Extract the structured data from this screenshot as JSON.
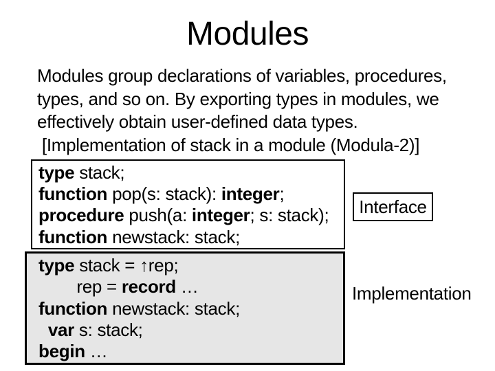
{
  "slide": {
    "title": "Modules",
    "body_lines": [
      "Modules group declarations of variables, procedures,",
      "types, and so on. By exporting types in modules, we",
      "effectively obtain user-defined data types.",
      " [Implementation of stack in a module (Modula-2)]"
    ],
    "interface_code": {
      "lines": [
        [
          {
            "t": "type ",
            "b": true
          },
          {
            "t": "stack;",
            "b": false
          }
        ],
        [
          {
            "t": "function ",
            "b": true
          },
          {
            "t": "pop(s: stack): ",
            "b": false
          },
          {
            "t": "integer",
            "b": true
          },
          {
            "t": ";",
            "b": false
          }
        ],
        [
          {
            "t": "procedure ",
            "b": true
          },
          {
            "t": "push(a: ",
            "b": false
          },
          {
            "t": "integer",
            "b": true
          },
          {
            "t": "; s: stack);",
            "b": false
          }
        ],
        [
          {
            "t": "function ",
            "b": true
          },
          {
            "t": "newstack: stack;",
            "b": false
          }
        ]
      ]
    },
    "implementation_code": {
      "lines": [
        [
          {
            "t": "type ",
            "b": true
          },
          {
            "t": "stack = ↑rep;",
            "b": false
          }
        ],
        [
          {
            "t": "        rep = ",
            "b": false
          },
          {
            "t": "record",
            "b": true
          },
          {
            "t": " …",
            "b": false
          }
        ],
        [
          {
            "t": "function ",
            "b": true
          },
          {
            "t": "newstack: stack;",
            "b": false
          }
        ],
        [
          {
            "t": "  ",
            "b": false
          },
          {
            "t": "var",
            "b": true
          },
          {
            "t": " s: stack;",
            "b": false
          }
        ],
        [
          {
            "t": "begin",
            "b": true
          },
          {
            "t": " …",
            "b": false
          }
        ]
      ]
    },
    "labels": {
      "interface": "Interface",
      "implementation": "Implementation"
    },
    "colors": {
      "background": "#ffffff",
      "text": "#000000",
      "border": "#000000",
      "box_fill": "#e6e6e6"
    }
  }
}
